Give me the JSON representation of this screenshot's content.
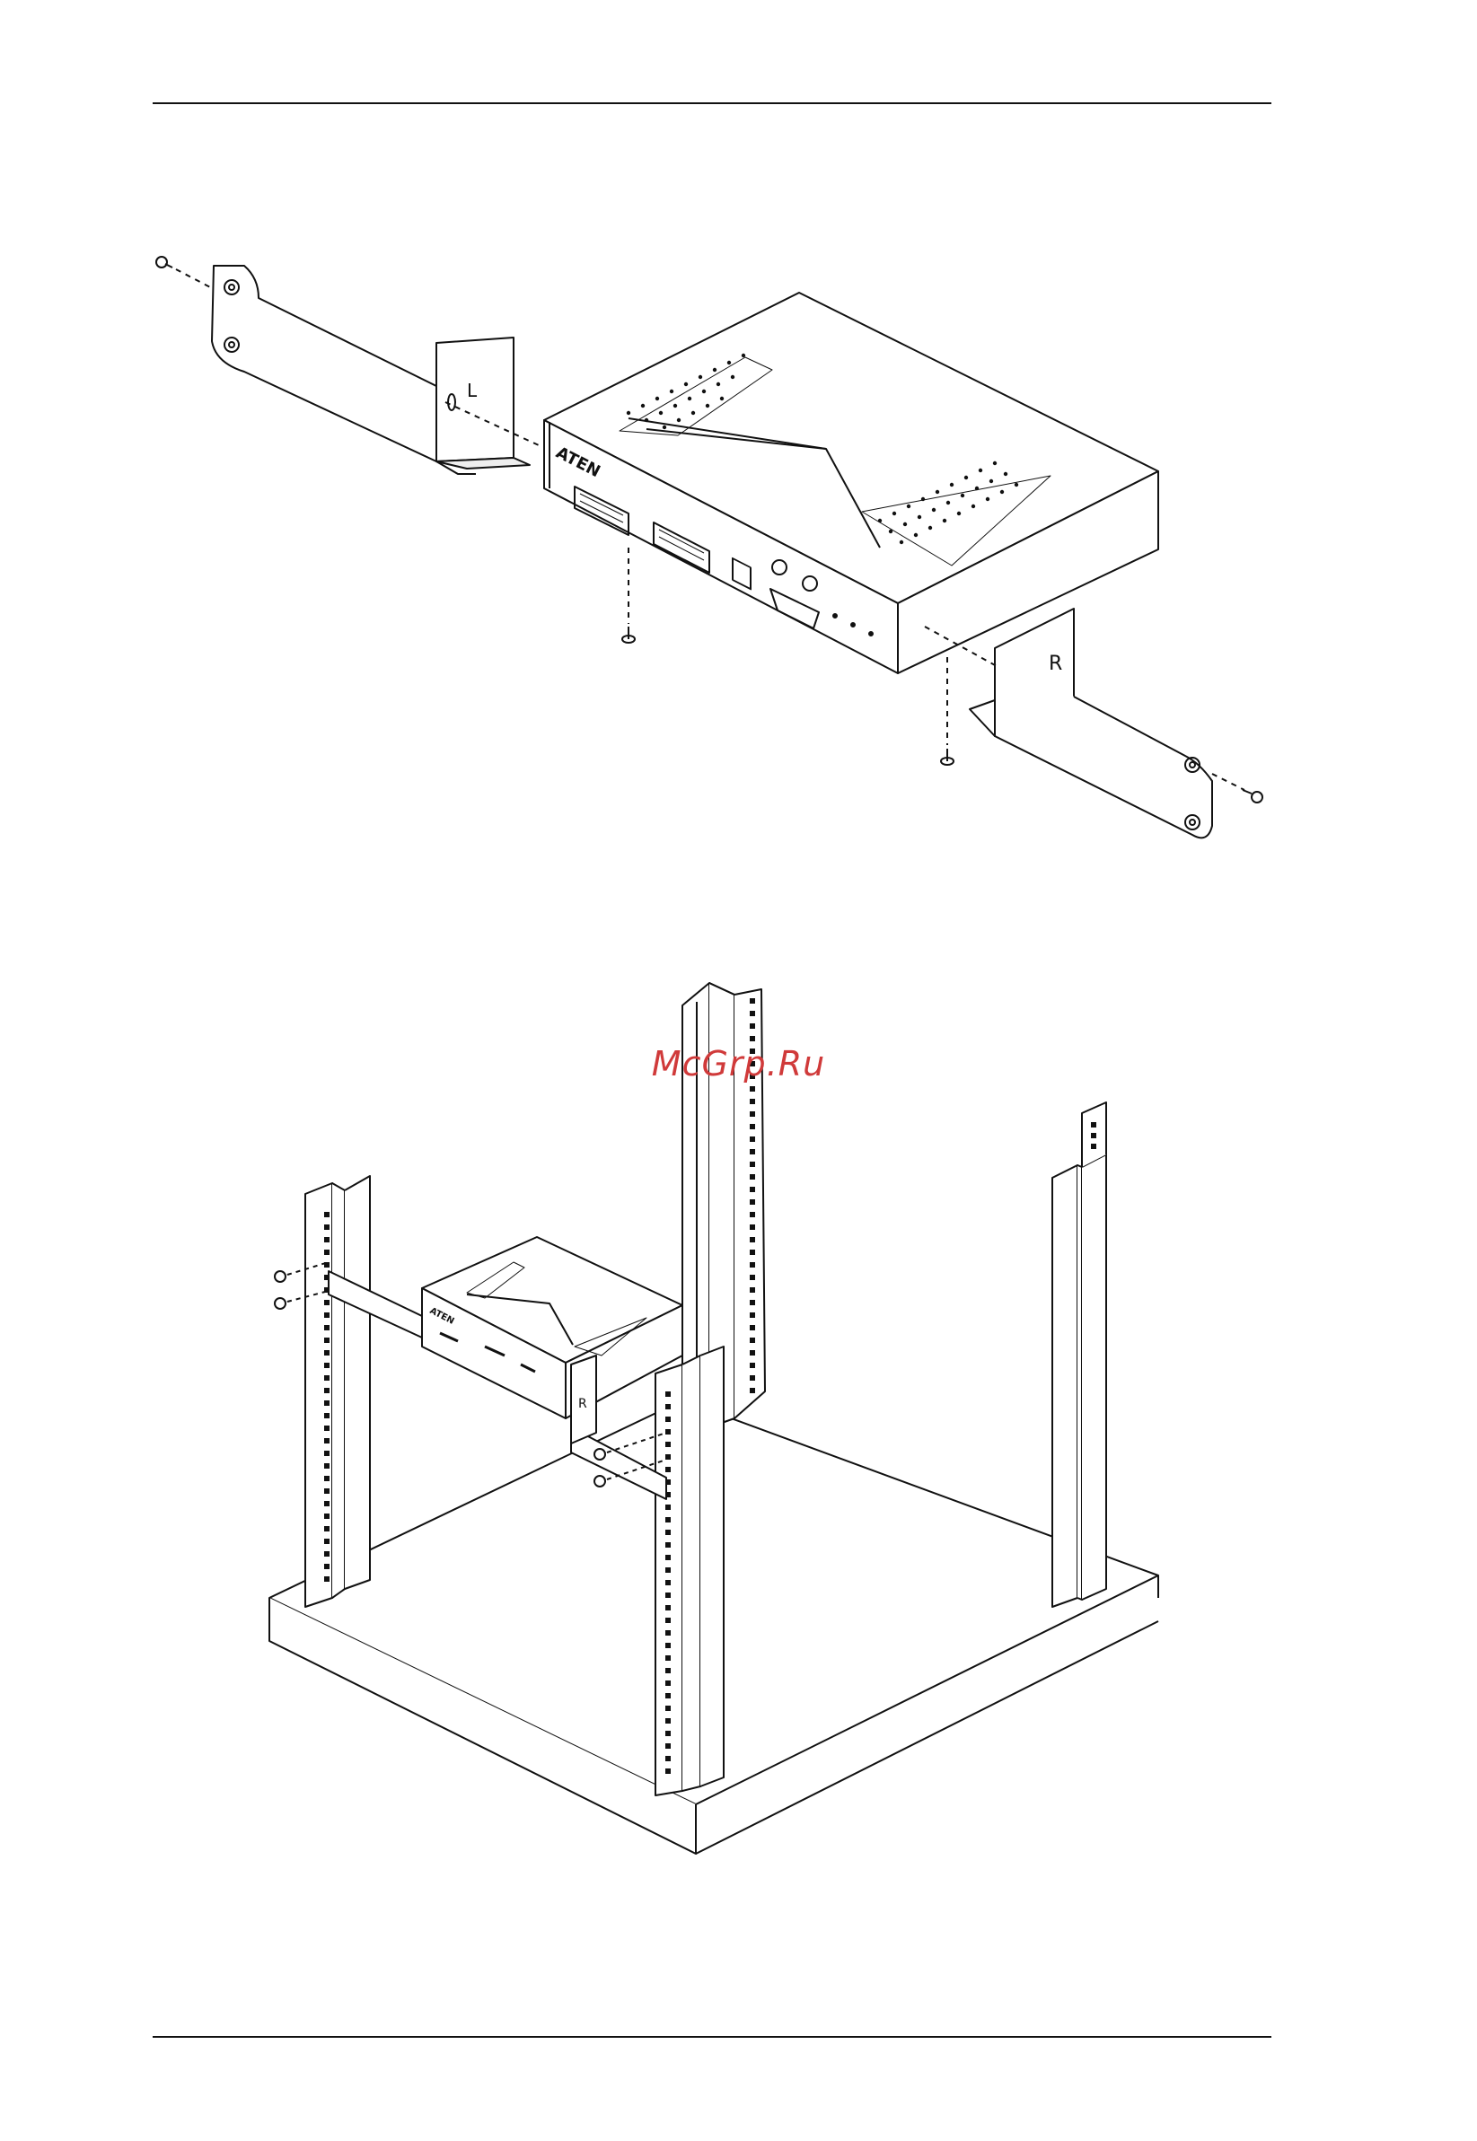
{
  "watermark": {
    "text": "McGrp.Ru",
    "color": "#d03a3a"
  },
  "device": {
    "logo_text": "ATEN"
  },
  "brackets": {
    "left_mark": "L",
    "right_mark": "R"
  },
  "colors": {
    "line": "#111111",
    "paper": "#ffffff",
    "shade": "#e6e6e6"
  }
}
